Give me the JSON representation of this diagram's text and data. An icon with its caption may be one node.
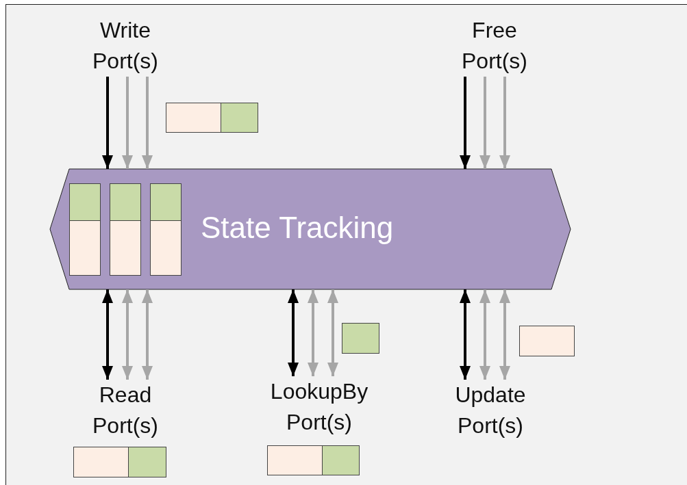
{
  "diagram": {
    "nodes": [
      {
        "text": [
          "Write Port(s)"
        ]
      },
      {
        "text": [
          "Free Port(s)"
        ]
      },
      {
        "text": [
          "State Tracking"
        ]
      },
      {
        "text": [
          "Read Port(s)"
        ]
      },
      {
        "text": [
          "LookupBy Port(s)"
        ]
      },
      {
        "text": [
          "Update Port(s)"
        ]
      }
    ],
    "edges": [
      {
        "from": 0,
        "to": 2,
        "arrow": "to",
        "color": "#000000"
      },
      {
        "from": 0,
        "to": 2,
        "arrow": "to"
      },
      {
        "from": 0,
        "to": 2,
        "arrow": "to"
      },
      {
        "from": 1,
        "to": 2,
        "arrow": "to",
        "color": "#000000"
      },
      {
        "from": 1,
        "to": 2,
        "arrow": "to"
      },
      {
        "from": 1,
        "to": 2,
        "arrow": "to"
      },
      {
        "from": 2,
        "to": 3,
        "arrow": "both",
        "color": "#000000"
      },
      {
        "from": 2,
        "to": 3,
        "arrow": "both"
      },
      {
        "from": 2,
        "to": 3,
        "arrow": "both"
      },
      {
        "from": 2,
        "to": 4,
        "arrow": "both",
        "color": "#000000"
      },
      {
        "from": 2,
        "to": 4,
        "arrow": "both"
      },
      {
        "from": 2,
        "to": 4,
        "arrow": "both"
      },
      {
        "from": 2,
        "to": 5,
        "arrow": "both",
        "color": "#000000"
      },
      {
        "from": 2,
        "to": 5,
        "arrow": "both"
      },
      {
        "from": 2,
        "to": 5,
        "arrow": "both"
      }
    ]
  }
}
